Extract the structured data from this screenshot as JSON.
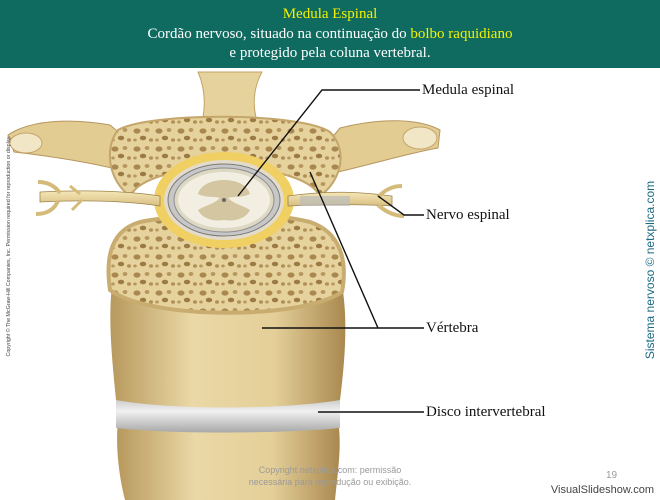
{
  "header": {
    "title": "Medula Espinal",
    "subtitle_line1_prefix": "Cordão nervoso, situado na continuação do ",
    "subtitle_line1_highlight": "bolbo raquidiano",
    "subtitle_line2": "e protegido pela coluna vertebral."
  },
  "labels": {
    "medula": "Medula espinal",
    "nervo": "Nervo espinal",
    "vertebra": "Vértebra",
    "disco": "Disco intervertebral"
  },
  "side_copyright": "Copyright © The McGraw-Hill Companies, Inc. Permission required for reproduction or display.",
  "side_brand": "Sistema nervoso © netxplica.com",
  "footer": {
    "line1": "Copyright netxplica.com: permissão",
    "line2": "necessária para reprodução ou exibição."
  },
  "page_number": "19",
  "watermark": "VisualSlideshow.com",
  "colors": {
    "header_bg": "#0f6a60",
    "highlight": "#f3f200",
    "bone": "#ead9ab",
    "spongy": "#c9ae74",
    "brand_text": "#1a6a82"
  }
}
